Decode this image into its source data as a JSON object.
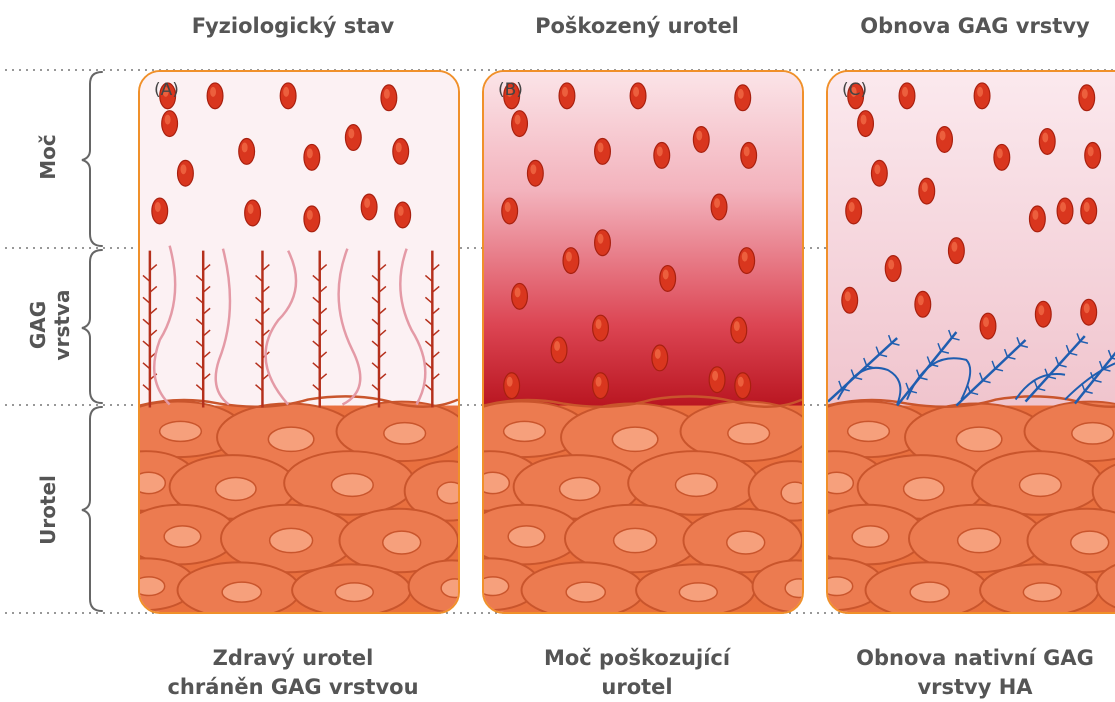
{
  "columns": [
    {
      "title": "Fyziologický stav",
      "tag": "(A)",
      "caption": [
        "Zdravý urotel",
        "chráněn GAG vrstvou"
      ]
    },
    {
      "title": "Poškozený urotel",
      "tag": "(B)",
      "caption": [
        "Moč poškozující",
        "urotel"
      ]
    },
    {
      "title": "Obnova GAG vrstvy",
      "tag": "(C)",
      "caption": [
        "Obnova nativní GAG",
        "vrstvy HA"
      ]
    }
  ],
  "side_labels": {
    "urine": "Moč",
    "gag_line1": "GAG",
    "gag_line2": "vrstva",
    "urothel": "Urotel"
  },
  "colors": {
    "panel_border": "#f0902a",
    "cell_fill": "#ec7b50",
    "cell_stroke": "#c9552c",
    "particle": "#d9361e",
    "gag_fiber": "#b5301c",
    "gag_wisp": "#e49aa6",
    "ha_fiber": "#1f5eb0",
    "damage_gradient_top": "#fbe3e6",
    "damage_gradient_bottom": "#c41a2a"
  }
}
